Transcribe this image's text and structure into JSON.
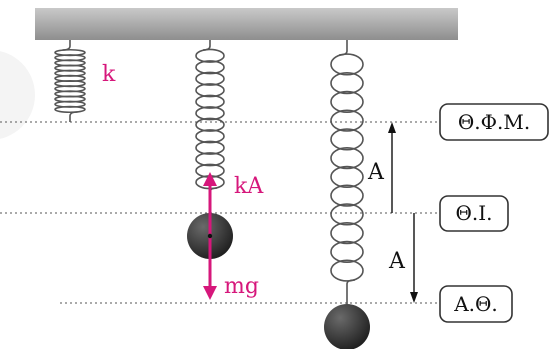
{
  "labels": {
    "spring_constant": "k",
    "spring_force": "kA",
    "weight": "mg",
    "amplitude_upper": "A",
    "amplitude_lower": "A"
  },
  "position_boxes": {
    "natural_length": "Θ.Φ.Μ.",
    "equilibrium": "Θ.Ι.",
    "extreme": "Α.Θ."
  },
  "colors": {
    "accent": "#d6177b",
    "ceiling": "#9a9a9a",
    "spring": "#555555",
    "mass": "#2e2e2e",
    "dotted_line": "#777777"
  }
}
